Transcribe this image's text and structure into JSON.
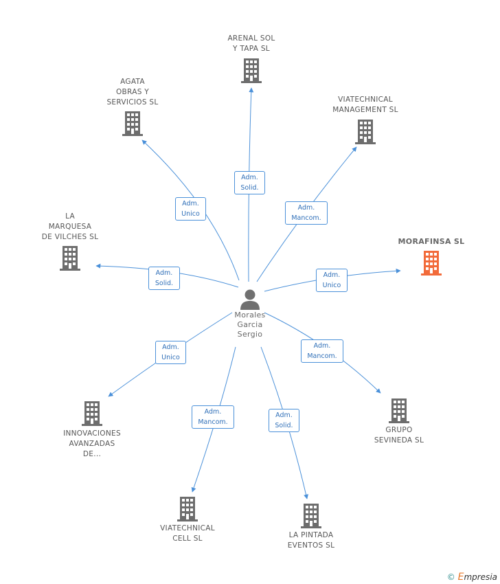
{
  "center": {
    "name_lines": [
      "Morales",
      "Garcia",
      "Sergio"
    ]
  },
  "companies": [
    {
      "id": "arenal",
      "lines": [
        "ARENAL SOL",
        "Y TAPA SL"
      ],
      "highlight": false
    },
    {
      "id": "agata",
      "lines": [
        "AGATA",
        "OBRAS Y",
        "SERVICIOS SL"
      ],
      "highlight": false
    },
    {
      "id": "viatech-mgmt",
      "lines": [
        "VIATECHNICAL",
        "MANAGEMENT SL"
      ],
      "highlight": false
    },
    {
      "id": "marquesa",
      "lines": [
        "LA",
        "MARQUESA",
        "DE VILCHES SL"
      ],
      "highlight": false
    },
    {
      "id": "morafinsa",
      "lines": [
        "MORAFINSA SL"
      ],
      "highlight": true
    },
    {
      "id": "innovaciones",
      "lines": [
        "INNOVACIONES",
        "AVANZADAS",
        "DE..."
      ],
      "highlight": false
    },
    {
      "id": "sevineda",
      "lines": [
        "GRUPO",
        "SEVINEDA SL"
      ],
      "highlight": false
    },
    {
      "id": "viatech-cell",
      "lines": [
        "VIATECHNICAL",
        "CELL SL"
      ],
      "highlight": false
    },
    {
      "id": "pintada",
      "lines": [
        "LA PINTADA",
        "EVENTOS SL"
      ],
      "highlight": false
    }
  ],
  "relations": [
    {
      "to": "arenal",
      "label": [
        "Adm.",
        "Solid."
      ]
    },
    {
      "to": "agata",
      "label": [
        "Adm.",
        "Unico"
      ]
    },
    {
      "to": "viatech-mgmt",
      "label": [
        "Adm.",
        "Mancom."
      ]
    },
    {
      "to": "marquesa",
      "label": [
        "Adm.",
        "Solid."
      ]
    },
    {
      "to": "morafinsa",
      "label": [
        "Adm.",
        "Unico"
      ]
    },
    {
      "to": "innovaciones",
      "label": [
        "Adm.",
        "Unico"
      ]
    },
    {
      "to": "sevineda",
      "label": [
        "Adm.",
        "Mancom."
      ]
    },
    {
      "to": "viatech-cell",
      "label": [
        "Adm.",
        "Mancom."
      ]
    },
    {
      "to": "pintada",
      "label": [
        "Adm.",
        "Solid."
      ]
    }
  ],
  "colors": {
    "edge": "#4a90d9",
    "building": "#6d6d6d",
    "highlight": "#f26b3a",
    "person": "#707070"
  },
  "footer": {
    "copyright": "©",
    "brand_initial": "E",
    "brand_rest": "mpresia"
  }
}
